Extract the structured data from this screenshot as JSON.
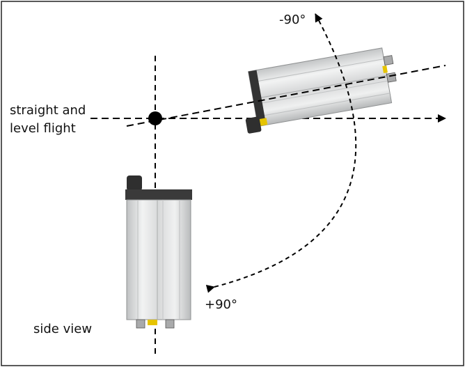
{
  "labels": {
    "straight_line1": "straight and",
    "straight_line2": "level flight",
    "minus_angle": "-90°",
    "plus_angle": "+90°",
    "side_view": "side view"
  },
  "colors": {
    "frame": "#222222",
    "line": "#000000",
    "housing_light": "#e9eaea",
    "housing_mid": "#c9cbcc",
    "housing_dark": "#5a5a5a",
    "cap": "#333333",
    "connector": "#a9aaab",
    "connector_yellow": "#e6c400"
  }
}
